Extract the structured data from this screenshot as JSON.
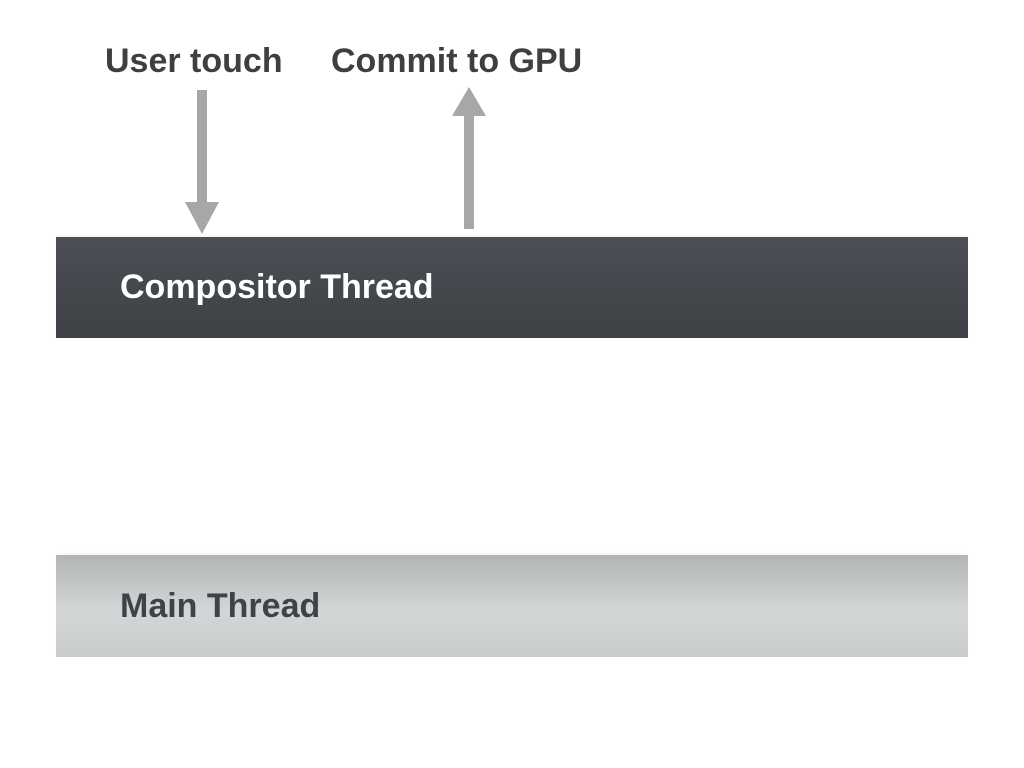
{
  "annotations": {
    "user_touch": "User touch",
    "commit_to_gpu": "Commit to GPU"
  },
  "bars": {
    "compositor": {
      "label": "Compositor Thread"
    },
    "main": {
      "label": "Main Thread"
    }
  },
  "icons": {
    "down_arrow": "arrow-down",
    "up_arrow": "arrow-up"
  },
  "colors": {
    "arrow": "#a6a8a8",
    "compositor_bar_top": "#4c5056",
    "compositor_bar_bottom": "#3e4246",
    "compositor_text": "#ffffff",
    "main_bar_top": "#b2b5b6",
    "main_bar_mid": "#d3d6d7",
    "main_bar_bottom": "#c9cccd",
    "main_text": "#3f4347",
    "annotation_text": "#3c4043",
    "background": "#ffffff"
  }
}
